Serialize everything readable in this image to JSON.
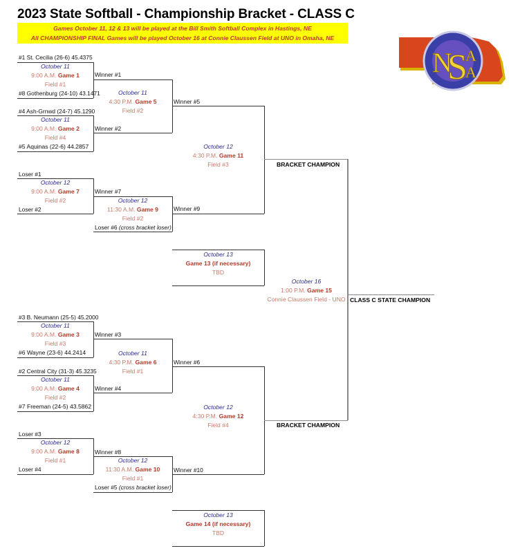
{
  "header": {
    "title": "2023 State Softball - Championship Bracket - CLASS C",
    "banner_line1": "Games October 11, 12 & 13 will be played at the Bill Smith Softball Complex in Hastings, NE",
    "banner_line2": "All CHAMPIONSHIP FINAL Games will be played October 16 at Connie Claussen Field at UNO in Omaha, NE",
    "banner_color": "#ffff00",
    "banner_text_color": "#c0392b"
  },
  "logo": {
    "icon": "nsaa-logo-icon",
    "letters": [
      "N",
      "S",
      "A",
      "A"
    ]
  },
  "colors": {
    "date": "#2b2b8f",
    "time": "#c97a6a",
    "game": "#b23a2a",
    "line": "#333333"
  },
  "games": {
    "g1": {
      "top_team": "#1 St. Cecilia (26-6) 45.4375",
      "bottom_team": "#8 Gothenburg (24-10) 43.1471",
      "date": "October 11",
      "time": "9:00 A.M.",
      "game": "Game 1",
      "field": "Field #1"
    },
    "g2": {
      "top_team": "#4 Ash-Grnwd (24-7) 45.1290",
      "bottom_team": "#5 Aquinas (22-6) 44.2857",
      "date": "October 11",
      "time": "9:00 A.M.",
      "game": "Game 2",
      "field": "Field #4"
    },
    "g5": {
      "top_team": "Winner #1",
      "bottom_team": "Winner #2",
      "date": "October 11",
      "time": "4:30 P.M.",
      "game": "Game 5",
      "field": "Field #2"
    },
    "g7": {
      "top_team": "Loser #1",
      "bottom_team": "Loser #2",
      "date": "October 12",
      "time": "9:00 A.M.",
      "game": "Game 7",
      "field": "Field #2"
    },
    "g9": {
      "top_team": "Winner #7",
      "bottom_team_a": "Loser #6 ",
      "bottom_team_b": "(cross bracket loser)",
      "date": "October 12",
      "time": "11:30 A.M.",
      "game": "Game 9",
      "field": "Field #2"
    },
    "g11": {
      "top_team": "Winner #5",
      "bottom_team": "Winner #9",
      "date": "October 12",
      "time": "4:30 P.M.",
      "game": "Game 11",
      "field": "Field #3"
    },
    "g13": {
      "date": "October 13",
      "game": "Game 13 (if necessary)",
      "field": "TBD"
    },
    "g3": {
      "top_team": "#3 B. Neumann (25-5) 45.2000",
      "bottom_team": "#6 Wayne (23-6) 44.2414",
      "date": "October 11",
      "time": "9:00 A.M.",
      "game": "Game 3",
      "field": "Field #3"
    },
    "g4": {
      "top_team": "#2 Central City (31-3) 45.3235",
      "bottom_team": "#7 Freeman (24-5) 43.5862",
      "date": "October 11",
      "time": "9:00 A.M.",
      "game": "Game 4",
      "field": "Field #2"
    },
    "g6": {
      "top_team": "Winner #3",
      "bottom_team": "Winner #4",
      "date": "October 11",
      "time": "4:30 P.M.",
      "game": "Game 6",
      "field": "Field #1"
    },
    "g8": {
      "top_team": "Loser #3",
      "bottom_team": "Loser #4",
      "date": "October 12",
      "time": "9:00 A.M.",
      "game": "Game 8",
      "field": "Field #1"
    },
    "g10": {
      "top_team": "Winner #8",
      "bottom_team_a": "Loser #5 ",
      "bottom_team_b": "(cross bracket loser)",
      "date": "October 12",
      "time": "11:30 A.M.",
      "game": "Game 10",
      "field": "Field #1"
    },
    "g12": {
      "top_team": "Winner #6",
      "bottom_team": "Winner #10",
      "date": "October 12",
      "time": "4:30 P.M.",
      "game": "Game 12",
      "field": "Field #4"
    },
    "g14": {
      "date": "October 13",
      "game": "Game 14 (if necessary)",
      "field": "TBD"
    },
    "g15": {
      "date": "October 16",
      "time": "1:00 P.M.",
      "game": "Game 15",
      "field": "Connie Claussen Field - UNO"
    }
  },
  "labels": {
    "bracket_champion_top": "BRACKET CHAMPION",
    "bracket_champion_bottom": "BRACKET CHAMPION",
    "state_champion": "CLASS C STATE CHAMPION"
  }
}
